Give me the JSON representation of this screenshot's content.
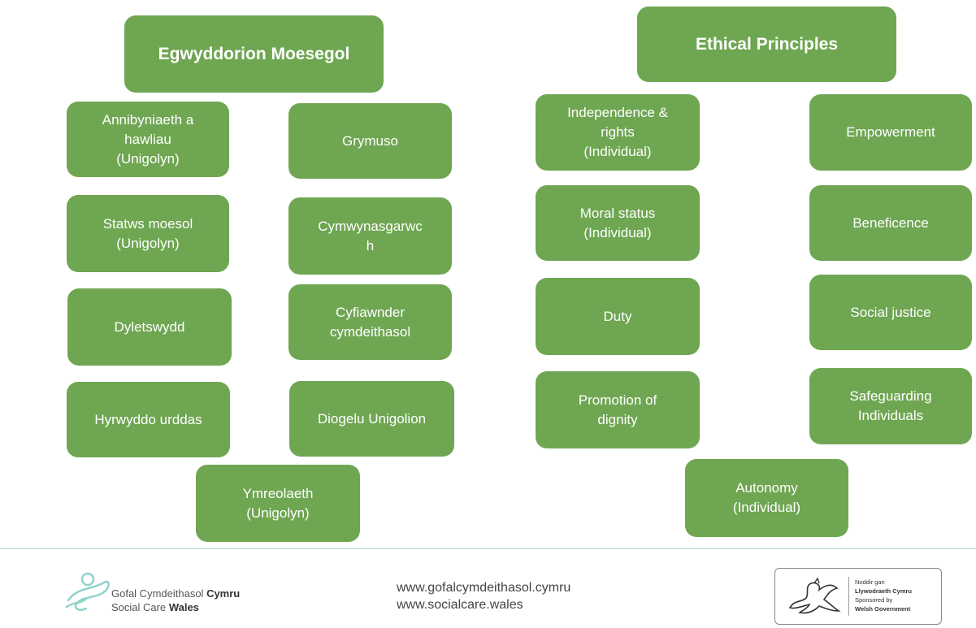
{
  "welsh": {
    "title": "Egwyddorion Moesegol",
    "items": [
      "Annibyniaeth a\nhawliau\n(Unigolyn)",
      "Grymuso",
      "Statws moesol\n(Unigolyn)",
      "Cymwynasgarwc\nh",
      "Dyletswydd",
      "Cyfiawnder\ncymdeithasol",
      "Hyrwyddo urddas",
      "Diogelu Unigolion",
      "Ymreolaeth\n(Unigolyn)"
    ]
  },
  "english": {
    "title": "Ethical Principles",
    "items": [
      "Independence &\nrights\n(Individual)",
      "Empowerment",
      "Moral status\n(Individual)",
      "Beneficence",
      "Duty",
      "Social justice",
      "Promotion of\ndignity",
      "Safeguarding\nIndividuals",
      "Autonomy\n(Individual)"
    ]
  },
  "footer": {
    "brand_line1_light": "Gofal Cymdeithasol ",
    "brand_line1_bold": "Cymru",
    "brand_line2_light": "Social Care ",
    "brand_line2_bold": "Wales",
    "url_welsh": "www.gofalcymdeithasol.cymru",
    "url_english": "www.socialcare.wales",
    "gov_line1": "Noddir gan",
    "gov_line2": "Llywodraeth Cymru",
    "gov_line3": "Sponsored by",
    "gov_line4": "Welsh Government"
  },
  "colors": {
    "box_fill": "#6fa652",
    "box_text": "#ffffff",
    "divider": "#b9d8d5"
  }
}
